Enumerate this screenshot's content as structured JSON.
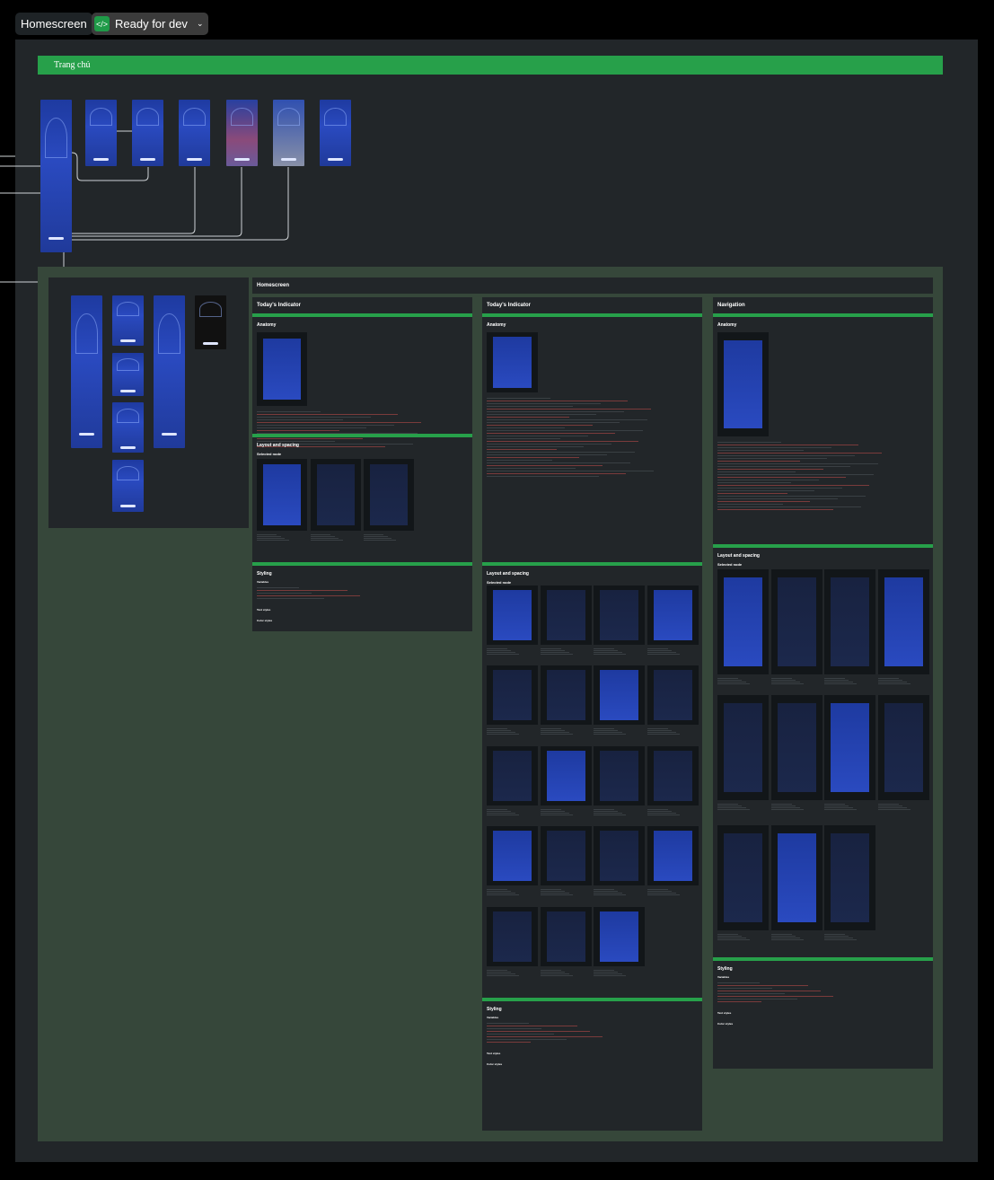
{
  "header": {
    "page_tag": "Homescreen",
    "status_label": "Ready for dev",
    "status_icon": "code-icon",
    "status_color": "#1f9a48"
  },
  "canvas": {
    "section_title": "Trang chủ",
    "accent": "#27a04a",
    "spec_header": "Homescreen",
    "columns": [
      {
        "title": "Today's Indicator",
        "anatomy": "Anatomy",
        "layout": "Layout and spacing",
        "selected": "Selected node",
        "styling": "Styling",
        "variables": "Variables",
        "text_styles": "Text styles",
        "color_styles": "Color styles"
      },
      {
        "title": "Today's Indicator",
        "anatomy": "Anatomy",
        "layout": "Layout and spacing",
        "selected": "Selected node",
        "styling": "Styling",
        "variables": "Variables",
        "text_styles": "Text styles",
        "color_styles": "Color styles"
      },
      {
        "title": "Navigation",
        "anatomy": "Anatomy",
        "layout": "Layout and spacing",
        "selected": "Selected node",
        "styling": "Styling",
        "variables": "Variables",
        "text_styles": "Text styles",
        "color_styles": "Color styles"
      }
    ]
  }
}
